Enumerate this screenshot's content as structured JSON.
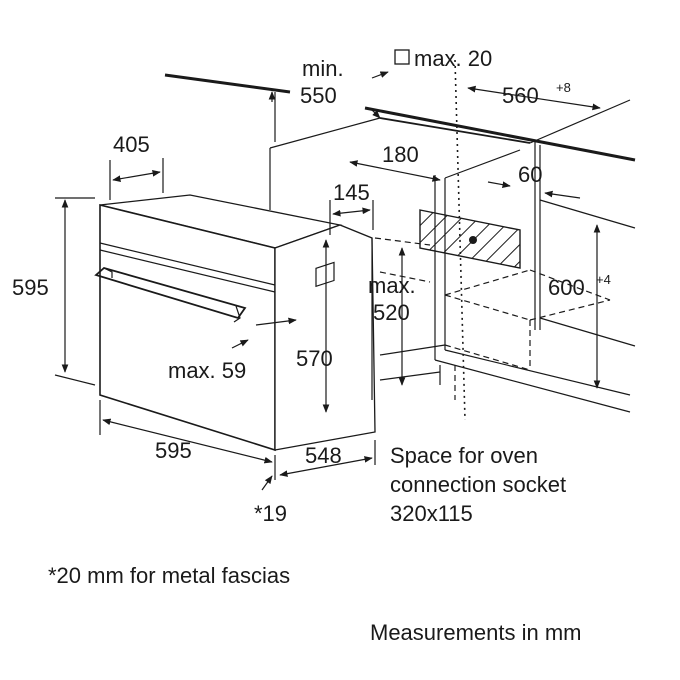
{
  "dimensions": {
    "min_label": "min.",
    "depth_550": "550",
    "max20": "max. 20",
    "width_560": "560",
    "width_560_sup": "+8",
    "d405": "405",
    "d180": "180",
    "d60": "60",
    "d145": "145",
    "d595_left": "595",
    "max520_label": "max.",
    "d520": "520",
    "d600": "600",
    "d600_sup": "+4",
    "max59": "max. 59",
    "d570": "570",
    "d595_bottom": "595",
    "d548": "548",
    "star19": "*19"
  },
  "socket_note": {
    "line1": "Space for oven",
    "line2": "connection socket",
    "line3": "320x115"
  },
  "footnote": "*20 mm for metal fascias",
  "units_note": "Measurements in mm"
}
